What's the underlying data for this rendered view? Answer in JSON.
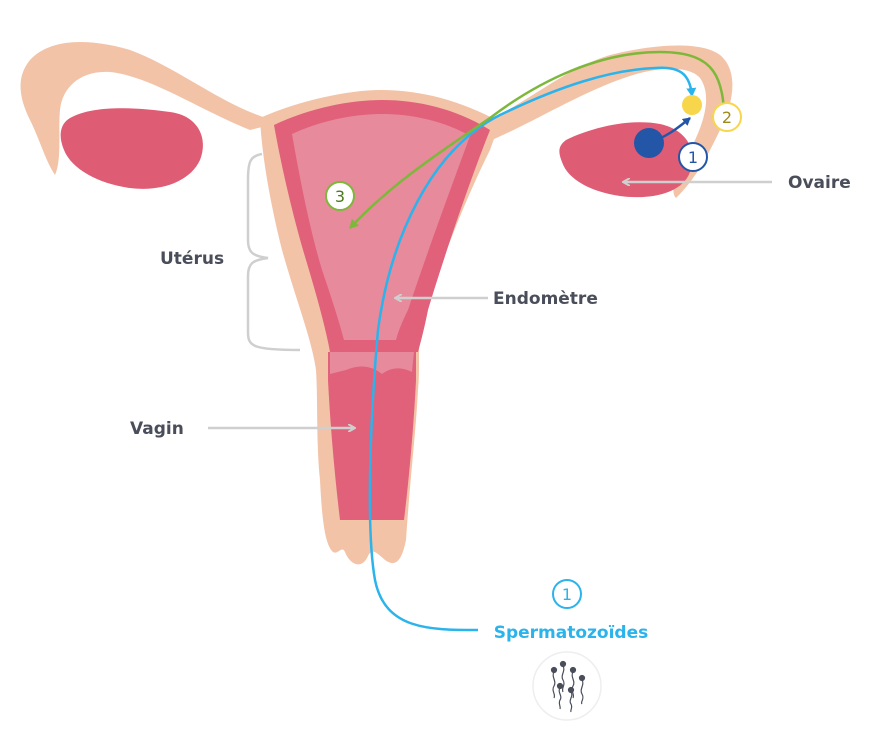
{
  "labels": {
    "uterus": "Utérus",
    "endometrium": "Endomètre",
    "vagina": "Vagin",
    "ovary": "Ovaire",
    "sperm": "Spermatozoïdes"
  },
  "markers": {
    "ovulation": "1",
    "fertilization": "2",
    "nidation": "3",
    "sperm": "1"
  },
  "colors": {
    "tissue": "#f2c3a7",
    "uterus_wall": "#e1607a",
    "endometrium": "#e78a9c",
    "ovary": "#df5c75",
    "oocyte": "#2456a8",
    "egg": "#f7d64b",
    "sperm_path": "#2bb3ec",
    "egg_path": "#7db83a",
    "pointer": "#cfcfcf",
    "text": "#4a4e5a"
  }
}
